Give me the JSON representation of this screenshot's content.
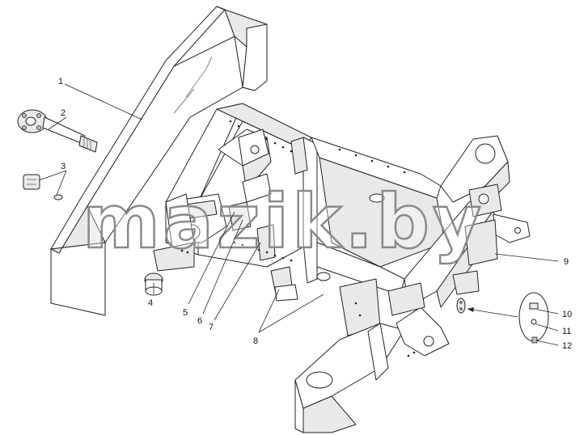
{
  "watermark": "mazik.by",
  "callouts": [
    {
      "id": "callout-1",
      "label": "1"
    },
    {
      "id": "callout-2",
      "label": "2"
    },
    {
      "id": "callout-3",
      "label": "3"
    },
    {
      "id": "callout-4",
      "label": "4"
    },
    {
      "id": "callout-5",
      "label": "5"
    },
    {
      "id": "callout-6",
      "label": "6"
    },
    {
      "id": "callout-7",
      "label": "7"
    },
    {
      "id": "callout-8",
      "label": "8"
    },
    {
      "id": "callout-9",
      "label": "9"
    },
    {
      "id": "callout-10",
      "label": "10"
    },
    {
      "id": "callout-11",
      "label": "11"
    },
    {
      "id": "callout-12",
      "label": "12"
    }
  ],
  "colors": {
    "line": "#222222",
    "shade": "#e9e9e9",
    "watermark_stroke": "#8a8a8a"
  }
}
